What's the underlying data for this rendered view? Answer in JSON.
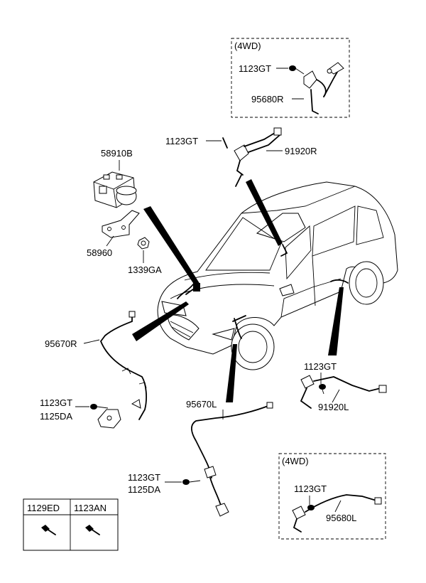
{
  "labels": {
    "hcu": "58910B",
    "bracket": "58960",
    "nut": "1339GA",
    "rear_bolt_top": "1123GT",
    "rear_sensor_r": "91920R",
    "box4wd_top_title": "(4WD)",
    "box4wd_top_bolt": "1123GT",
    "box4wd_top_sensor": "95680R",
    "front_sensor_r": "95670R",
    "front_r_bolt1": "1123GT",
    "front_r_bolt2": "1125DA",
    "front_sensor_l": "95670L",
    "front_l_bolt1": "1123GT",
    "front_l_bolt2": "1125DA",
    "rear_bolt_l": "1123GT",
    "rear_sensor_l": "91920L",
    "box4wd_bot_title": "(4WD)",
    "box4wd_bot_bolt": "1123GT",
    "box4wd_bot_sensor": "95680L"
  },
  "fastener_table": {
    "col1": "1129ED",
    "col2": "1123AN"
  }
}
